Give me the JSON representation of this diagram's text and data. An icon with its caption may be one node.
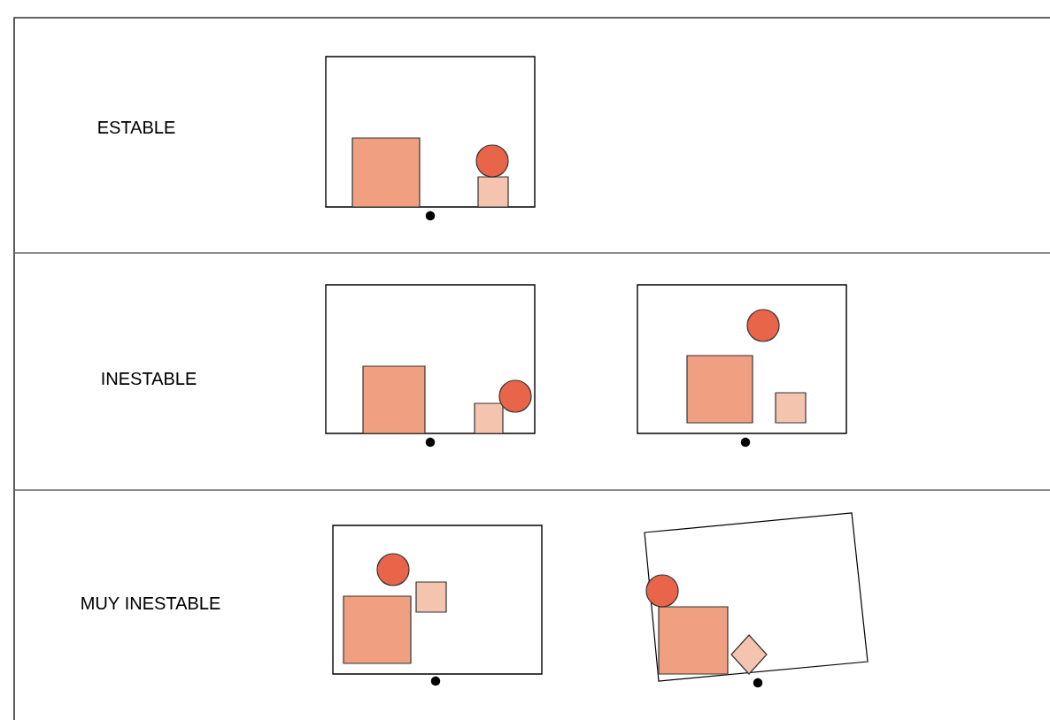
{
  "diagram": {
    "labels": [
      "ESTABLE",
      "INESTABLE",
      "MUY INESTABLE"
    ]
  }
}
